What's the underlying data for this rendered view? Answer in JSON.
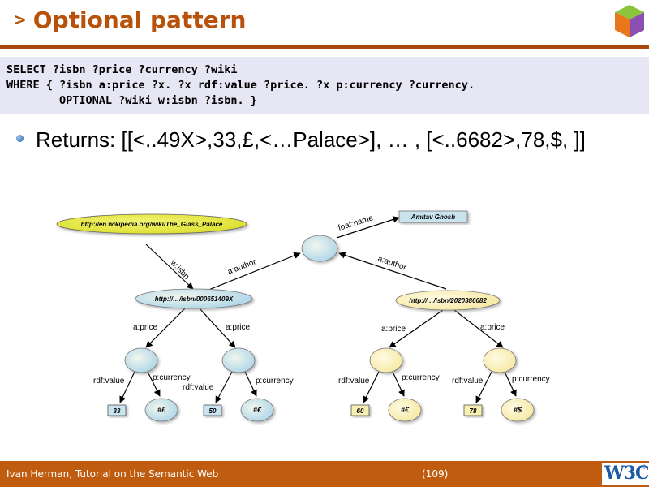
{
  "slide": {
    "title_marker": ">",
    "title": "Optional pattern",
    "code_lines": [
      "SELECT ?isbn ?price ?currency ?wiki",
      "WHERE { ?isbn a:price ?x. ?x rdf:value ?price. ?x p:currency ?currency.",
      "        OPTIONAL ?wiki w:isbn ?isbn. }"
    ],
    "bullet": "Returns:  [[<..49X>,33,£,<…Palace>], … , [<..6682>,78,$, ]]"
  },
  "diagram": {
    "wiki_node": "http://en.wikipedia.org/wiki/The_Glass_Palace",
    "author_name": "Amitav Ghosh",
    "isbn_node_1": "http://…/isbn/000651409X",
    "isbn_node_2": "http://…/isbn/2020386682",
    "edge_wisbn": "w:isbn",
    "edge_foafname": "foaf:name",
    "edge_author": "a:author",
    "edge_price": "a:price",
    "edge_rdfvalue": "rdf:value",
    "edge_currency": "p:currency",
    "value_1": "33",
    "value_2": "50",
    "value_3": "60",
    "value_4": "78",
    "currency_1": "#£",
    "currency_2": "#€",
    "currency_3": "#€",
    "currency_4": "#$",
    "colors": {
      "wiki_fill": "#e8ea3c",
      "blue_fill": "#b9dcec",
      "yellow_fill": "#f8efb2",
      "box_blue": "#c9e3ef",
      "box_yellow": "#f8efb2"
    }
  },
  "footer": {
    "left": "Ivan Herman, Tutorial on the Semantic Web",
    "page": "(109)",
    "w3c": "W3C",
    "w3c_reg": "®"
  }
}
